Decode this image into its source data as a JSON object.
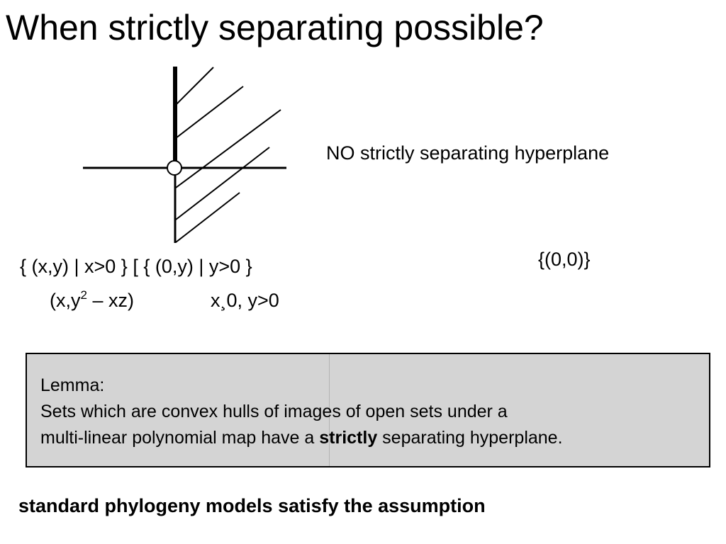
{
  "slide": {
    "title": "When strictly separating possible?",
    "no_separating_label": "NO strictly separating hyperplane",
    "origin_set": "{(0,0)}",
    "set_definition": "{ (x,y) | x>0 } [ { (0,y) | y>0 }",
    "map_expr_prefix": "(x,y",
    "map_expr_exp": "2",
    "map_expr_suffix": " – xz)",
    "map_condition": "x¸0, y>0",
    "lemma": {
      "heading": "Lemma:",
      "line1": "Sets which are convex hulls of images of open sets under a",
      "line2_before": "multi-linear  polynomial map have a ",
      "line2_bold": "strictly",
      "line2_after": " separating hyperplane."
    },
    "footer": "standard phylogeny models satisfy the assumption"
  }
}
